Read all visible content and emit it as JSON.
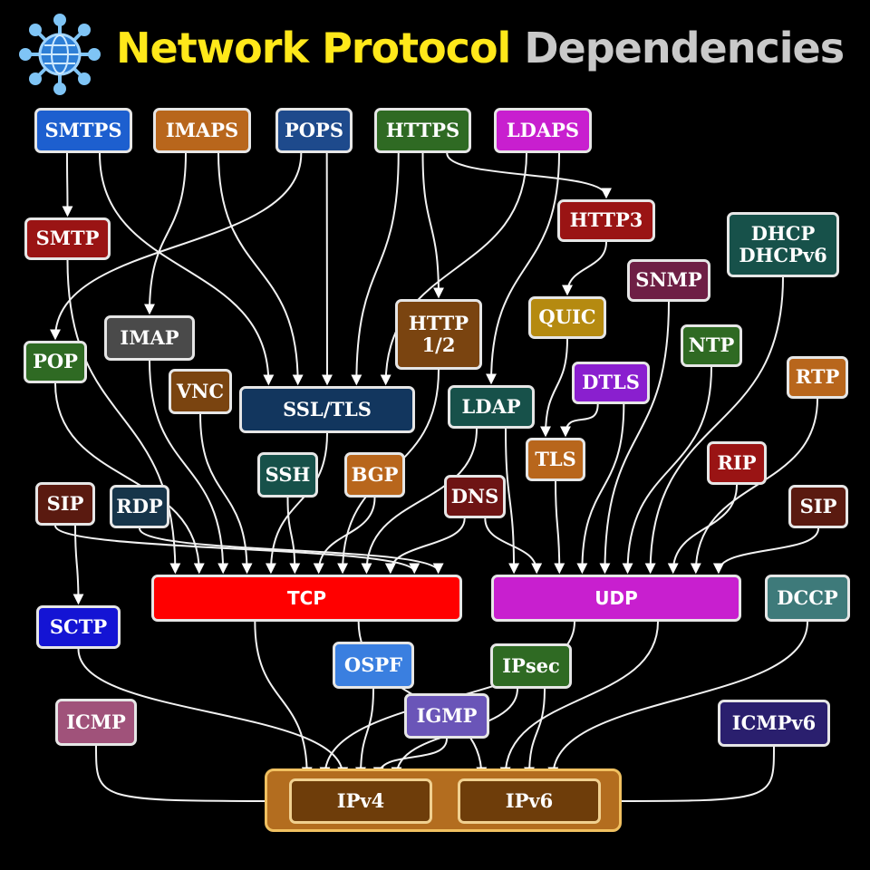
{
  "title": {
    "part1": "Network Protocol",
    "part2": "Dependencies"
  },
  "icons": {
    "logo": "globe-network-icon"
  },
  "nodes": [
    {
      "id": "smtps",
      "label": "SMTPS",
      "color": "#1d5fcf"
    },
    {
      "id": "imaps",
      "label": "IMAPS",
      "color": "#b8661c"
    },
    {
      "id": "pops",
      "label": "POPS",
      "color": "#1e4a8c"
    },
    {
      "id": "https",
      "label": "HTTPS",
      "color": "#2f6a23"
    },
    {
      "id": "ldaps",
      "label": "LDAPS",
      "color": "#c81fcf"
    },
    {
      "id": "smtp",
      "label": "SMTP",
      "color": "#9a1414"
    },
    {
      "id": "http3",
      "label": "HTTP3",
      "color": "#9a1414"
    },
    {
      "id": "dhcp",
      "label": "DHCP\nDHCPv6",
      "color": "#17514a"
    },
    {
      "id": "snmp",
      "label": "SNMP",
      "color": "#6e1f45"
    },
    {
      "id": "imap",
      "label": "IMAP",
      "color": "#4a4a4a"
    },
    {
      "id": "http12",
      "label": "HTTP\n1/2",
      "color": "#7a4410"
    },
    {
      "id": "quic",
      "label": "QUIC",
      "color": "#b58a10"
    },
    {
      "id": "pop",
      "label": "POP",
      "color": "#2f6a23"
    },
    {
      "id": "ntp",
      "label": "NTP",
      "color": "#2f6a23"
    },
    {
      "id": "vnc",
      "label": "VNC",
      "color": "#7a4410"
    },
    {
      "id": "ssltls",
      "label": "SSL/TLS",
      "color": "#12365e"
    },
    {
      "id": "dtls",
      "label": "DTLS",
      "color": "#8a1fcf"
    },
    {
      "id": "rtp",
      "label": "RTP",
      "color": "#b8661c"
    },
    {
      "id": "ldap",
      "label": "LDAP",
      "color": "#17514a"
    },
    {
      "id": "tls",
      "label": "TLS",
      "color": "#b8661c"
    },
    {
      "id": "ssh",
      "label": "SSH",
      "color": "#17514a"
    },
    {
      "id": "bgp",
      "label": "BGP",
      "color": "#b8661c"
    },
    {
      "id": "rip",
      "label": "RIP",
      "color": "#9a1414"
    },
    {
      "id": "sip1",
      "label": "SIP",
      "color": "#5a1a10"
    },
    {
      "id": "rdp",
      "label": "RDP",
      "color": "#17354a"
    },
    {
      "id": "dns",
      "label": "DNS",
      "color": "#6e1414"
    },
    {
      "id": "sip2",
      "label": "SIP",
      "color": "#5a1a10"
    },
    {
      "id": "tcp",
      "label": "TCP",
      "color": "#ff0000"
    },
    {
      "id": "udp",
      "label": "UDP",
      "color": "#c81fcf"
    },
    {
      "id": "dccp",
      "label": "DCCP",
      "color": "#3e7a7a"
    },
    {
      "id": "sctp",
      "label": "SCTP",
      "color": "#1414d4"
    },
    {
      "id": "ospf",
      "label": "OSPF",
      "color": "#3a7fe0"
    },
    {
      "id": "ipsec",
      "label": "IPsec",
      "color": "#2f6a23"
    },
    {
      "id": "igmp",
      "label": "IGMP",
      "color": "#6a55b8"
    },
    {
      "id": "icmp",
      "label": "ICMP",
      "color": "#a0527a"
    },
    {
      "id": "icmpv6",
      "label": "ICMPv6",
      "color": "#2a1f6e"
    },
    {
      "id": "ipv4",
      "label": "IPv4",
      "color": "#6e3d0a"
    },
    {
      "id": "ipv6",
      "label": "IPv6",
      "color": "#6e3d0a"
    }
  ],
  "edges": [
    [
      "smtps",
      "smtp"
    ],
    [
      "smtps",
      "ssltls"
    ],
    [
      "imaps",
      "imap"
    ],
    [
      "imaps",
      "ssltls"
    ],
    [
      "pops",
      "pop"
    ],
    [
      "pops",
      "ssltls"
    ],
    [
      "https",
      "ssltls"
    ],
    [
      "https",
      "http12"
    ],
    [
      "https",
      "http3"
    ],
    [
      "ldaps",
      "ssltls"
    ],
    [
      "ldaps",
      "ldap"
    ],
    [
      "http3",
      "quic"
    ],
    [
      "quic",
      "tls"
    ],
    [
      "dtls",
      "tls"
    ],
    [
      "smtp",
      "tcp"
    ],
    [
      "pop",
      "tcp"
    ],
    [
      "imap",
      "tcp"
    ],
    [
      "vnc",
      "tcp"
    ],
    [
      "ssltls",
      "tcp"
    ],
    [
      "ssh",
      "tcp"
    ],
    [
      "bgp",
      "tcp"
    ],
    [
      "http12",
      "tcp"
    ],
    [
      "ldap",
      "tcp"
    ],
    [
      "dns",
      "tcp"
    ],
    [
      "sip1",
      "tcp"
    ],
    [
      "rdp",
      "tcp"
    ],
    [
      "sip1",
      "sctp"
    ],
    [
      "ldap",
      "udp"
    ],
    [
      "dns",
      "udp"
    ],
    [
      "tls",
      "udp"
    ],
    [
      "dtls",
      "udp"
    ],
    [
      "snmp",
      "udp"
    ],
    [
      "ntp",
      "udp"
    ],
    [
      "dhcp",
      "udp"
    ],
    [
      "rip",
      "udp"
    ],
    [
      "rtp",
      "udp"
    ],
    [
      "sip2",
      "udp"
    ],
    [
      "tcp",
      "ipv4"
    ],
    [
      "tcp",
      "ipv6"
    ],
    [
      "udp",
      "ipv4"
    ],
    [
      "udp",
      "ipv6"
    ],
    [
      "sctp",
      "ipv4"
    ],
    [
      "ospf",
      "ipv4"
    ],
    [
      "igmp",
      "ipv4"
    ],
    [
      "ipsec",
      "ipv4"
    ],
    [
      "ipsec",
      "ipv6"
    ],
    [
      "dccp",
      "ipv6"
    ],
    [
      "icmp",
      "ipv4"
    ],
    [
      "icmpv6",
      "ipv6"
    ]
  ]
}
